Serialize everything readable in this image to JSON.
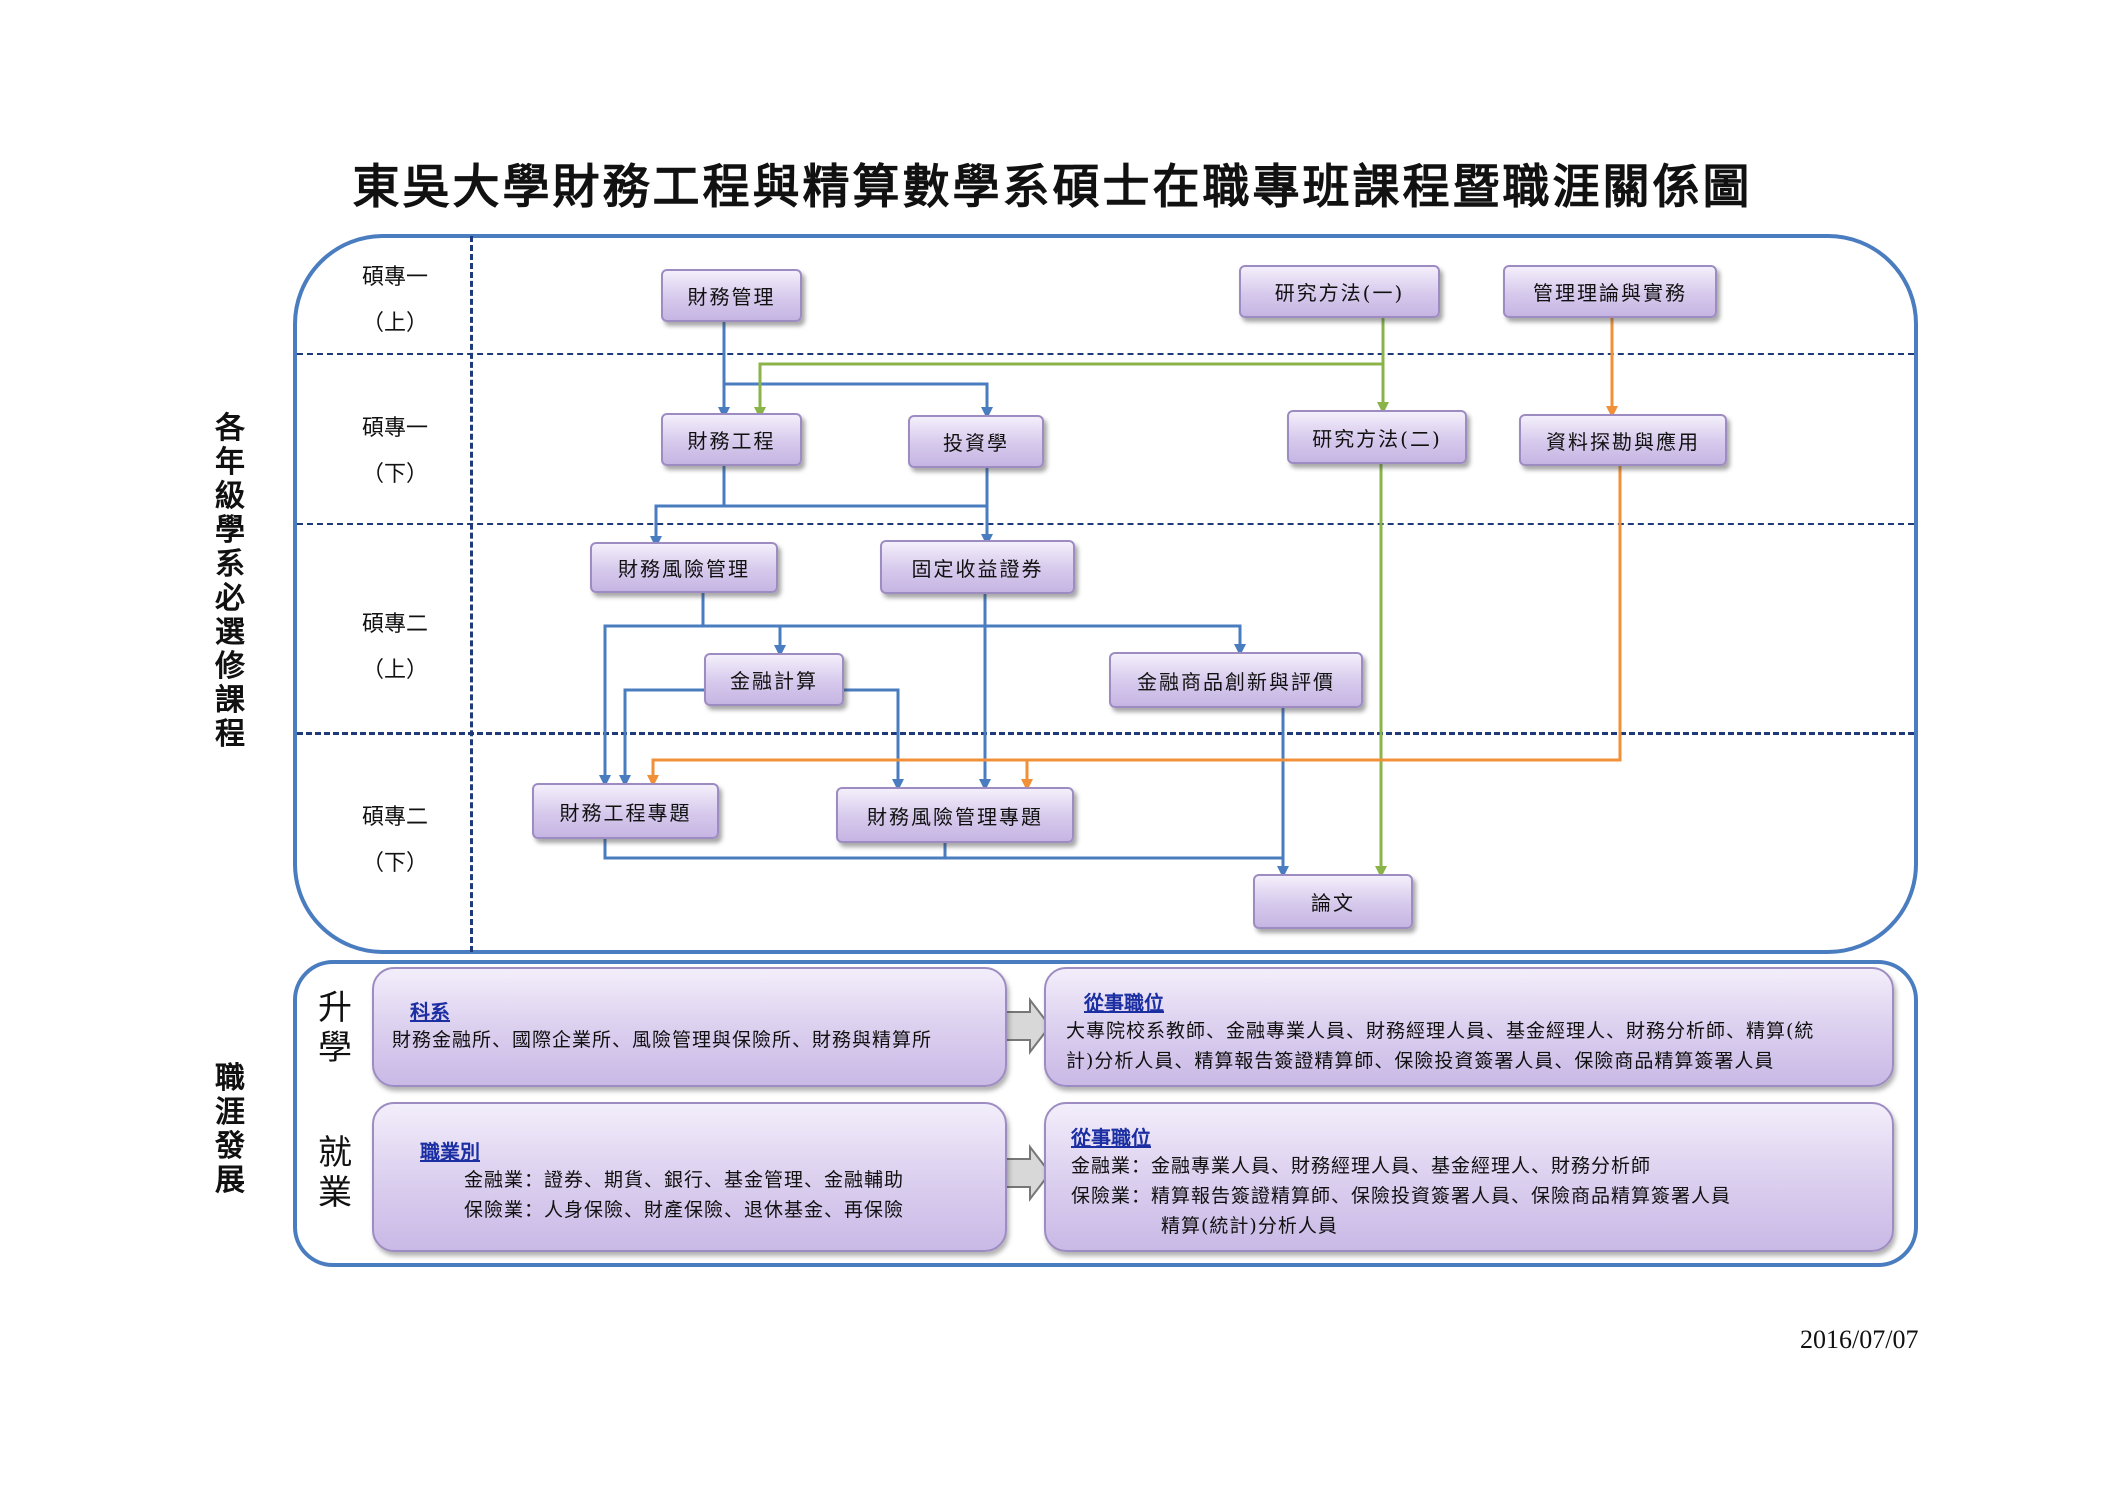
{
  "title": "東吳大學財務工程與精算數學系碩士在職專班課程暨職涯關係圖",
  "section_labels": {
    "courses": "各年級學系必選修課程",
    "career": "職涯發展"
  },
  "semesters": [
    {
      "line1": "碩專一",
      "line2": "（上）"
    },
    {
      "line1": "碩專一",
      "line2": "（下）"
    },
    {
      "line1": "碩專二",
      "line2": "（上）"
    },
    {
      "line1": "碩專二",
      "line2": "（下）"
    }
  ],
  "courses": {
    "financial_management": "財務管理",
    "research_methods_1": "研究方法(一)",
    "management_theory": "管理理論與實務",
    "financial_engineering": "財務工程",
    "investments": "投資學",
    "research_methods_2": "研究方法(二)",
    "data_mining": "資料探勘與應用",
    "financial_risk_management": "財務風險管理",
    "fixed_income": "固定收益證券",
    "financial_computing": "金融計算",
    "product_innovation": "金融商品創新與評價",
    "fe_project": "財務工程專題",
    "frm_project": "財務風險管理專題",
    "thesis": "論文"
  },
  "career": {
    "further_study": {
      "label": "升學",
      "heading": "科系",
      "text": "財務金融所、國際企業所、風險管理與保險所、財務與精算所",
      "jobs_heading": "從事職位",
      "jobs_line1": "大專院校系教師、金融專業人員、財務經理人員、基金經理人、財務分析師、精算(統",
      "jobs_line2": "計)分析人員、精算報告簽證精算師、保險投資簽署人員、保險商品精算簽署人員"
    },
    "employment": {
      "label": "就業",
      "heading": "職業別",
      "line1": "金融業：證券、期貨、銀行、基金管理、金融輔助",
      "line2": "保險業：人身保險、財產保險、退休基金、再保險",
      "jobs_heading": "從事職位",
      "jobs_line1": "金融業：金融專業人員、財務經理人員、基金經理人、財務分析師",
      "jobs_line2": "保險業：精算報告簽證精算師、保險投資簽署人員、保險商品精算簽署人員",
      "jobs_line3": "精算(統計)分析人員"
    }
  },
  "date": "2016/07/07",
  "colors": {
    "blue_flow": "#4a7cc0",
    "green_flow": "#8ab34a",
    "orange_flow": "#f0913a",
    "frame": "#4a7cc0",
    "grid": "#1f3a78"
  }
}
